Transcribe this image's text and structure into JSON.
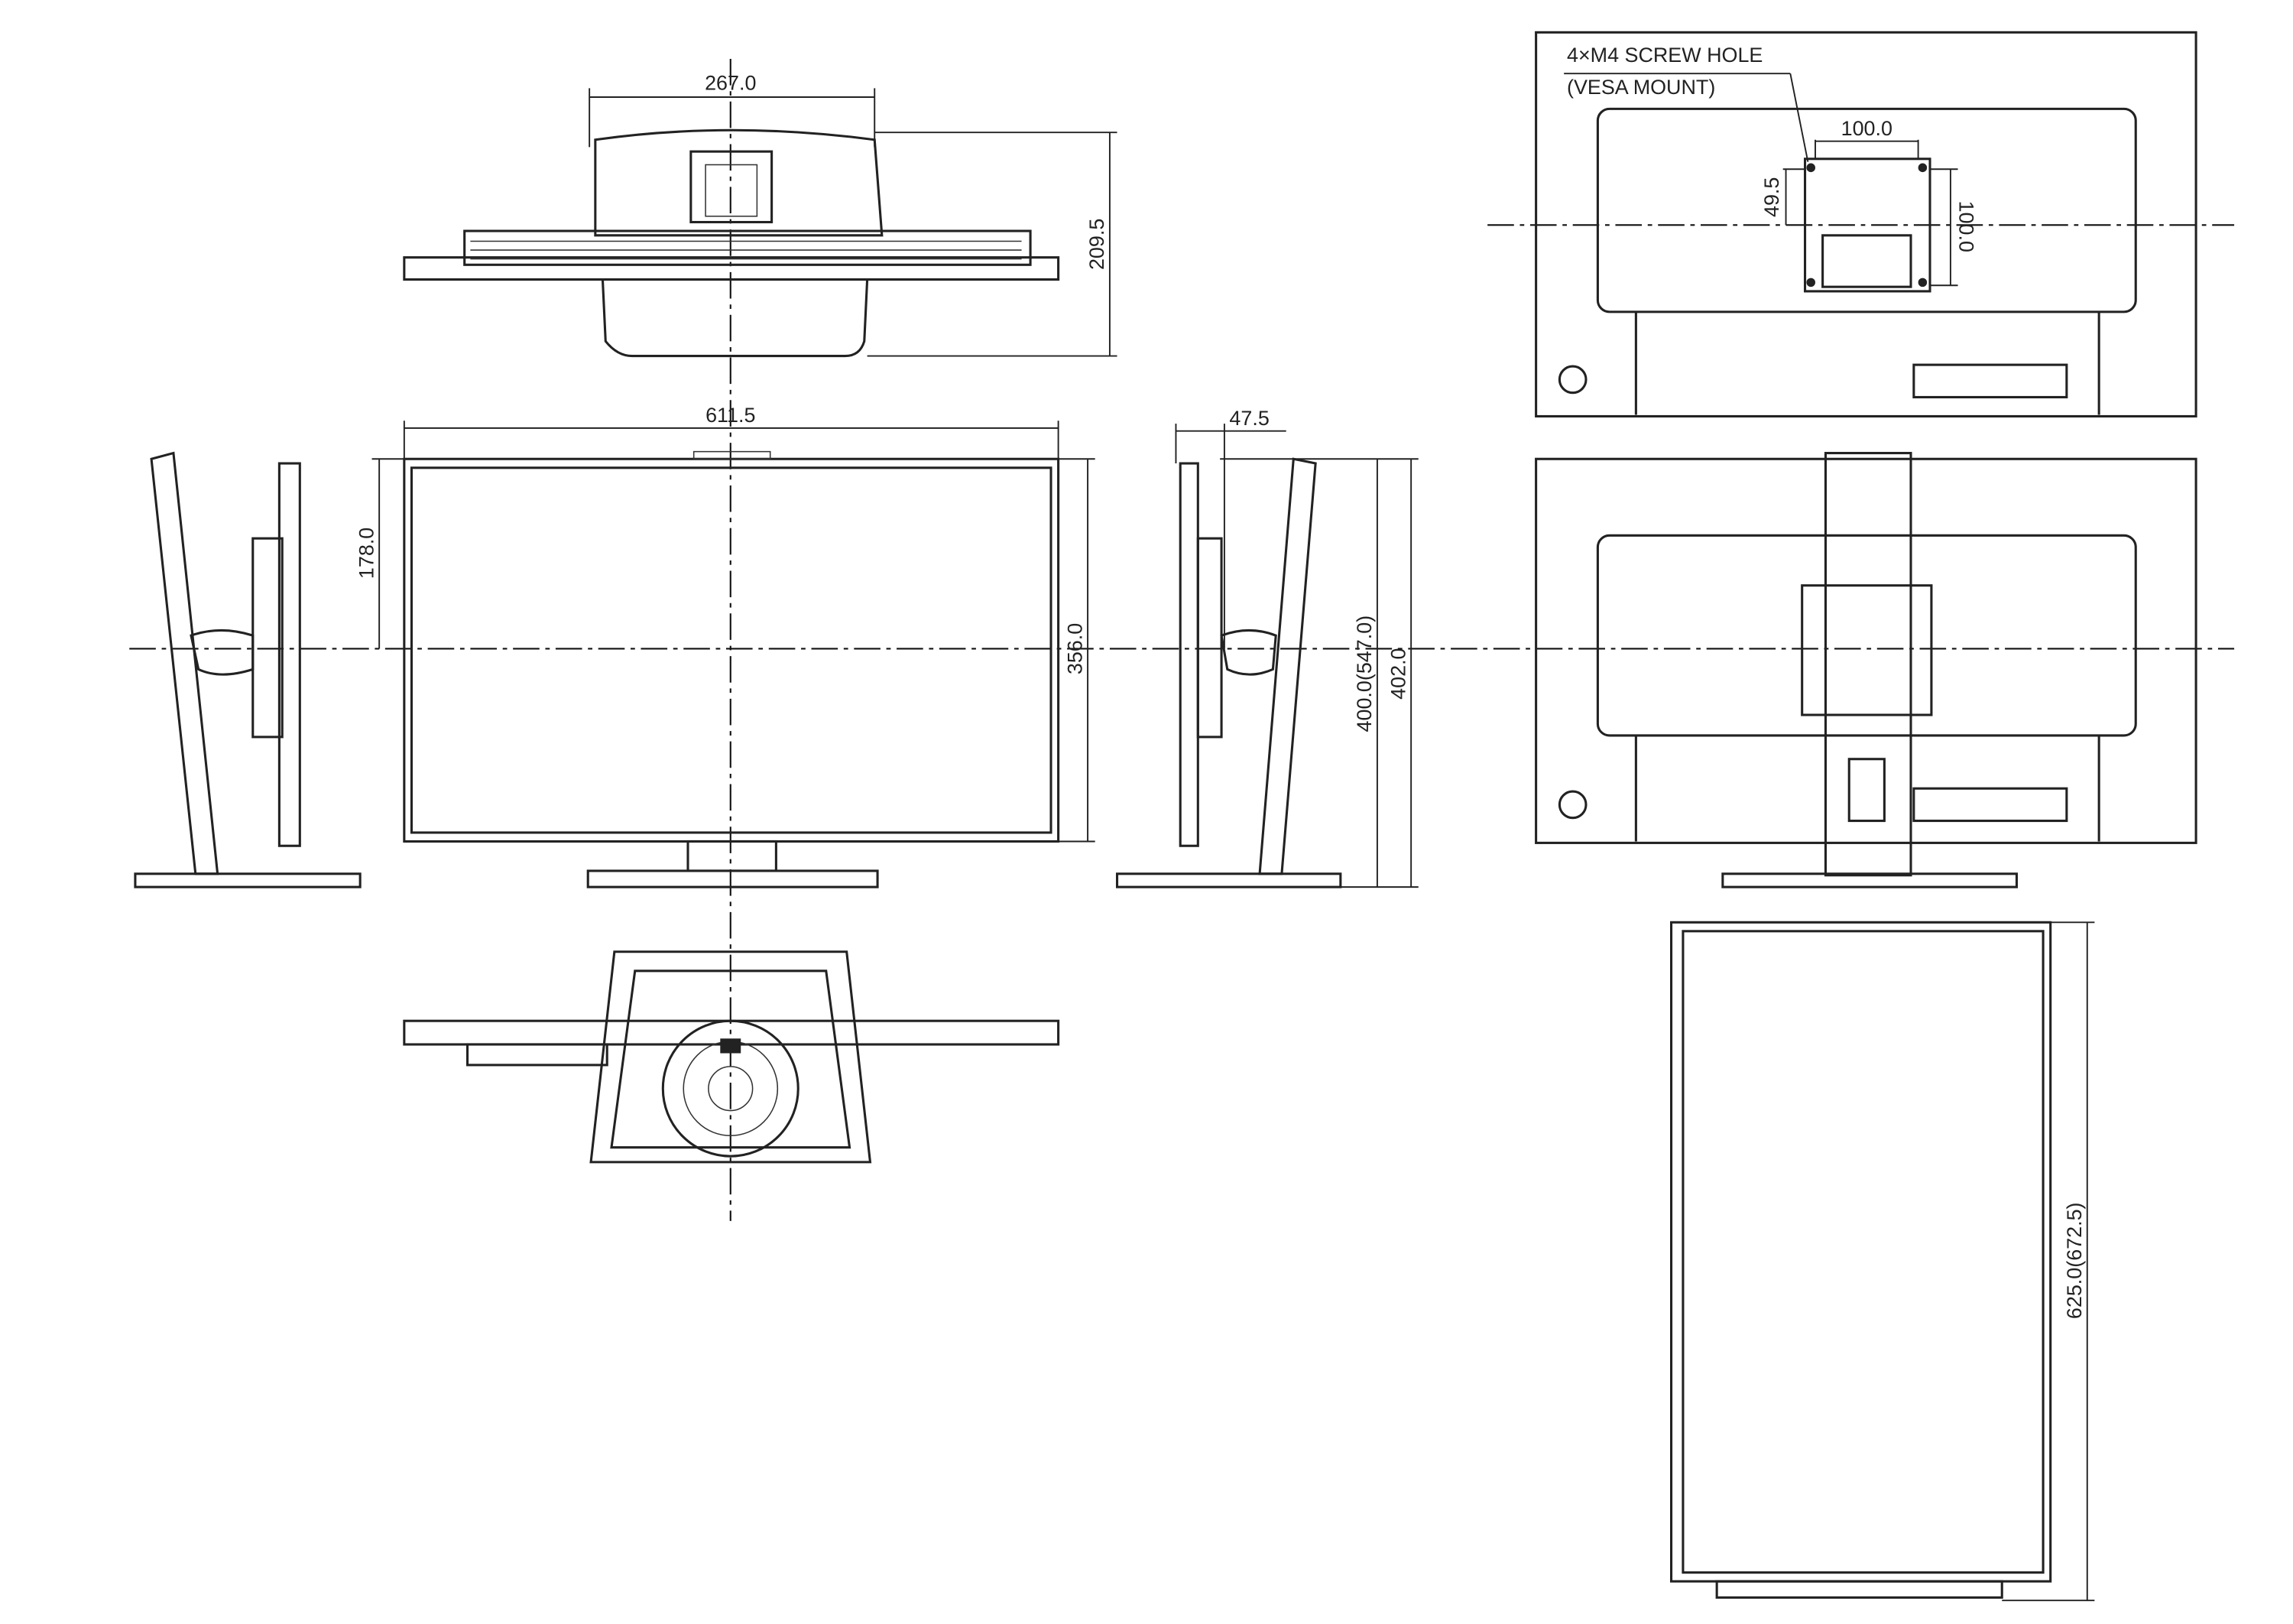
{
  "drawing": {
    "top_view": {
      "width_label": "267.0",
      "depth_label": "209.5"
    },
    "front_view": {
      "width_label": "611.5",
      "center_height_label": "178.0",
      "panel_height_label": "356.0"
    },
    "side_view": {
      "depth_label": "47.5",
      "height_label": "400.0(547.0)",
      "total_height_label": "402.0"
    },
    "rear_view": {
      "callout_line1": "4×M4 SCREW HOLE",
      "callout_line2": "(VESA MOUNT)",
      "vesa_width_label": "100.0",
      "vesa_offset_label": "49.5",
      "vesa_height_label": "100.0"
    },
    "portrait_view": {
      "height_label": "625.0(672.5)"
    }
  }
}
